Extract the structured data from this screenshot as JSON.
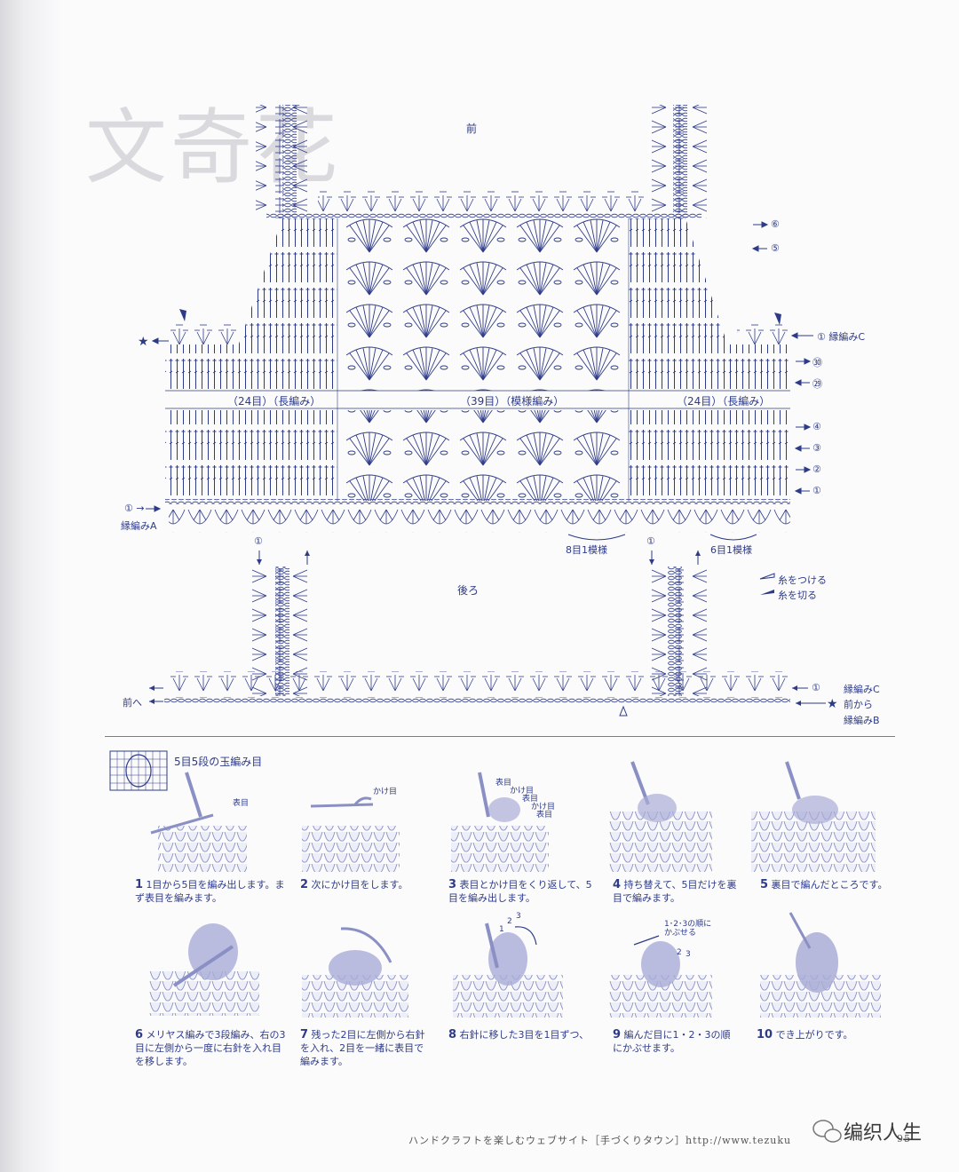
{
  "watermark": "文奇花",
  "front": {
    "label": "前",
    "row_labels": [
      "⑥",
      "⑤",
      "① 縁編みC",
      "㉚",
      "㉙",
      "④",
      "③",
      "②",
      "①"
    ],
    "section_labels": [
      "（24目）（長編み）",
      "（39目）（模様編み）",
      "（24目）（長編み）"
    ],
    "left_start": "① →",
    "left_edge_label": "縁編みA",
    "repeat_8": "8目1模様",
    "repeat_6": "6目1模様",
    "col_marker": "①"
  },
  "back": {
    "label": "後ろ",
    "left_note": "前へ",
    "right_row": "①",
    "right_labels": [
      "縁編みC",
      "前から",
      "縁編みB"
    ],
    "col_marker": "①"
  },
  "legend": {
    "attach": "糸をつける",
    "cut": "糸を切る"
  },
  "instructions": {
    "title": "5目5段の玉編み目",
    "steps": [
      {
        "n": "1",
        "text": "1目から5目を編み出します。まず表目を編みます。",
        "labels": [
          "表目"
        ]
      },
      {
        "n": "2",
        "text": "次にかけ目をします。",
        "labels": [
          "かけ目"
        ]
      },
      {
        "n": "3",
        "text": "表目とかけ目をくり返して、5目を編み出します。",
        "labels": [
          "表目",
          "かけ目",
          "表目",
          "かけ目",
          "表目"
        ]
      },
      {
        "n": "4",
        "text": "持ち替えて、5目だけを裏目で編みます。",
        "labels": []
      },
      {
        "n": "5",
        "text": "裏目で編んだところです。",
        "labels": []
      },
      {
        "n": "6",
        "text": "メリヤス編みで3段編み、右の3目に左側から一度に右針を入れ目を移します。",
        "labels": []
      },
      {
        "n": "7",
        "text": "残った2目に左側から右針を入れ、2目を一緒に表目で編みます。",
        "labels": []
      },
      {
        "n": "8",
        "text": "右針に移した3目を1目ずつ、",
        "labels": [
          "1",
          "2",
          "3"
        ]
      },
      {
        "n": "9",
        "text": "編んだ目に1・2・3の順にかぶせます。",
        "labels": [
          "1･2･3の順にかぶせる",
          "2",
          "3"
        ]
      },
      {
        "n": "10",
        "text": "でき上がりです。",
        "labels": []
      }
    ]
  },
  "footer": {
    "text": "ハンドクラフトを楽しむウェブサイト［手づくりタウン］http://www.tezuku",
    "page": "95"
  },
  "wechat": "编织人生",
  "colors": {
    "ink": "#2e3b88",
    "fill": "#a9acd6",
    "wool": "#c9cbe6"
  }
}
